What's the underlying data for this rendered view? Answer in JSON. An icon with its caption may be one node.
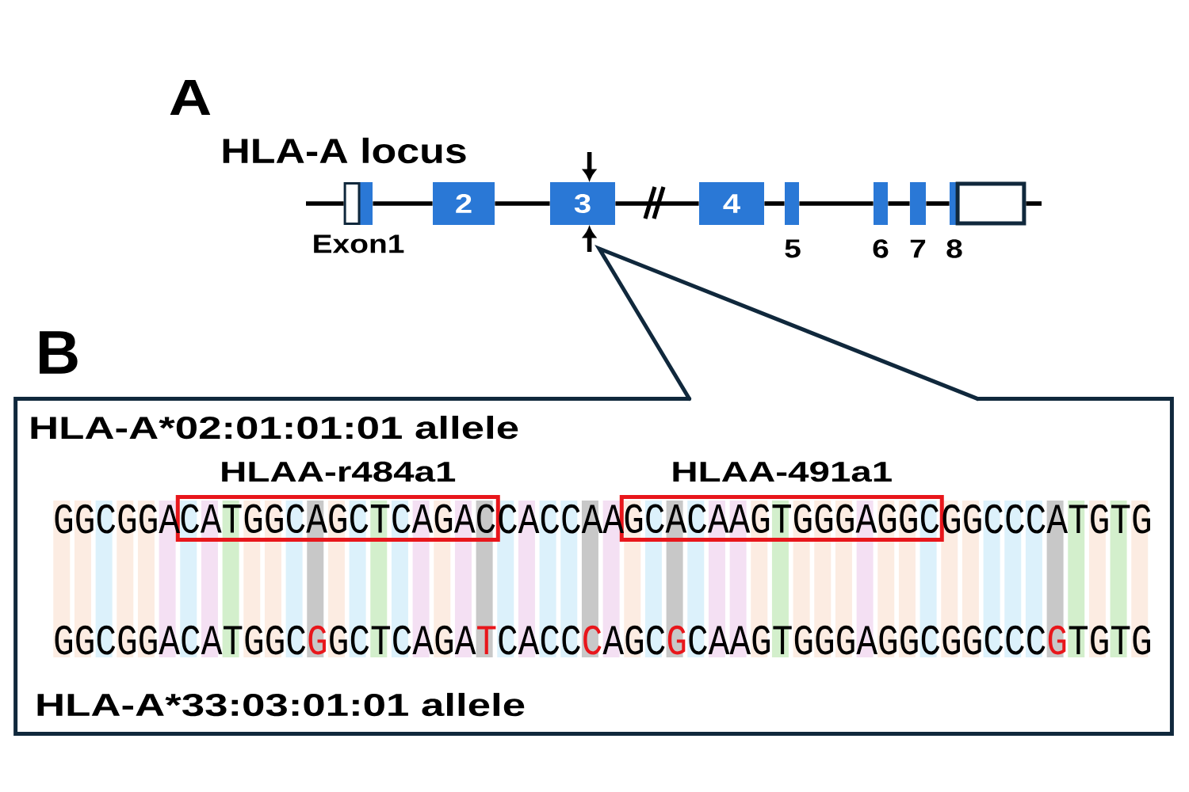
{
  "diagram": {
    "nodes": [
      {
        "text": [
          "Exon1"
        ]
      },
      {
        "text": [
          "2"
        ]
      },
      {
        "text": [
          "3"
        ]
      },
      {
        "text": [
          "4"
        ]
      },
      {
        "text": [
          "5"
        ]
      },
      {
        "text": [
          "6"
        ]
      },
      {
        "text": [
          "7"
        ]
      },
      {
        "text": [
          "8"
        ]
      },
      {
        "text": [
          "HLA-A*02:01:01:01 allele",
          "HLA-A*33:03:01:01 allele"
        ]
      },
      {
        "text": [
          "HLAA-r484a1",
          "CATGGCAGCTCAGAC"
        ],
        "in": 8
      },
      {
        "text": [
          "HLAA-491a1",
          "GCACAAGTGGGAGGC"
        ],
        "in": 8
      }
    ],
    "edges": [
      {
        "from": null,
        "to": 0,
        "arrow": "none"
      },
      {
        "from": 0,
        "to": 1,
        "arrow": "none"
      },
      {
        "from": 1,
        "to": 2,
        "arrow": "none"
      },
      {
        "from": 2,
        "to": 3,
        "arrow": "none"
      },
      {
        "from": 3,
        "to": 4,
        "arrow": "none"
      },
      {
        "from": 4,
        "to": 5,
        "arrow": "none"
      },
      {
        "from": 5,
        "to": 6,
        "arrow": "none"
      },
      {
        "from": 6,
        "to": 7,
        "arrow": "none"
      },
      {
        "from": 7,
        "to": null,
        "arrow": "none"
      },
      {
        "from": null,
        "to": 2,
        "arrow": "to"
      },
      {
        "from": null,
        "to": 2,
        "arrow": "to"
      },
      {
        "from": 8,
        "to": null,
        "arrow": "none",
        "color": "#10283c"
      }
    ],
    "labels": [
      "A",
      "HLA-A locus",
      "B",
      "GGCGGA",
      "CACCAA",
      "GGCCCATGTG",
      "GGCGGACATGGC",
      "G",
      "GCTCAGA",
      "T",
      "CACC",
      "C",
      "AGC",
      "G",
      "CAAGTGGGAGGCGGCCC",
      "G",
      "TGTG"
    ]
  }
}
